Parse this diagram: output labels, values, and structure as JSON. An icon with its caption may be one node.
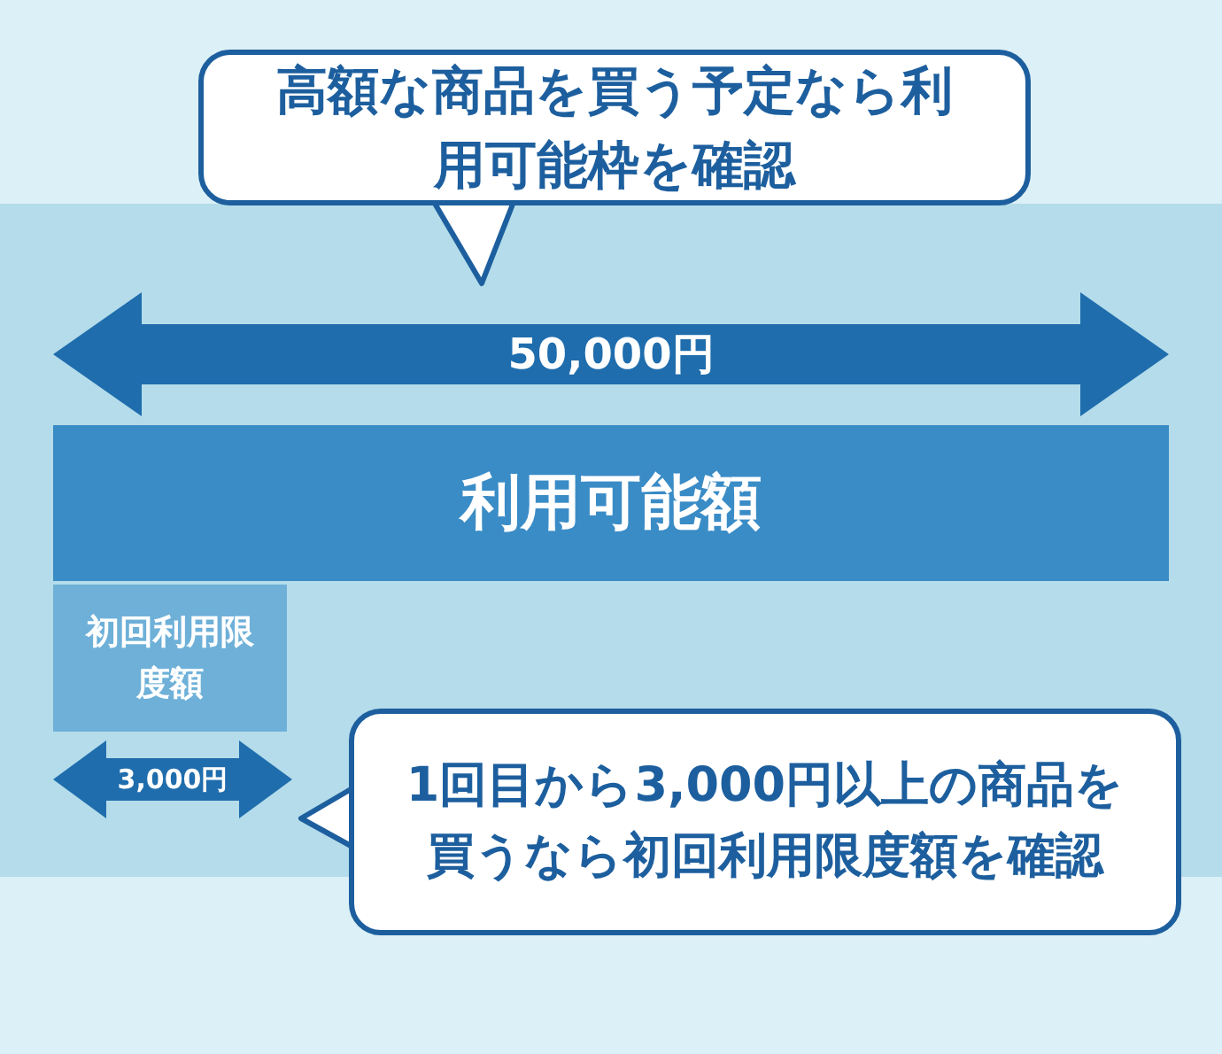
{
  "diagram": {
    "nodes": [
      {
        "text": [
          "高額な商品を買う予定なら**利用可能枠**を確認"
        ]
      },
      {
        "text": [
          "利用可能額"
        ]
      },
      {
        "text": [
          "初回利用限度額"
        ]
      },
      {
        "text": [
          "1回目から**3,000円以上**の商品を買うなら**初回利用限度額**を確認"
        ]
      }
    ],
    "edges": [],
    "labels": [
      "50,000円",
      "3,000円"
    ]
  }
}
